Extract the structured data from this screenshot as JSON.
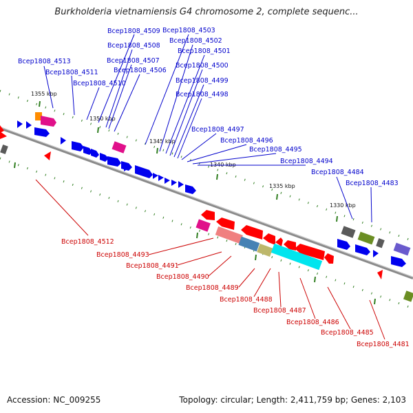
{
  "title": "Burkholderia vietnamiensis G4 chromosome 2, complete sequenc...",
  "footer": {
    "accession": "Accession: NC_009255",
    "summary": "Topology: circular; Length: 2,411,759 bp; Genes: 2,103"
  },
  "colors": {
    "top_label": "#0000cc",
    "bottom_label": "#cc0000",
    "backbone": "#8a8a8a",
    "tick": "#2e7d1e"
  },
  "kbp_ticks": [
    "1355 kbp",
    "1350 kbp",
    "1345 kbp",
    "1340 kbp",
    "1335 kbp",
    "1330 kbp"
  ],
  "top_genes": [
    "Bcep1808_4509",
    "Bcep1808_4503",
    "Bcep1808_4508",
    "Bcep1808_4502",
    "Bcep1808_4501",
    "Bcep1808_4513",
    "Bcep1808_4507",
    "Bcep1808_4511",
    "Bcep1808_4506",
    "Bcep1808_4500",
    "Bcep1808_4510",
    "Bcep1808_4499",
    "Bcep1808_4498",
    "Bcep1808_4497",
    "Bcep1808_4496",
    "Bcep1808_4495",
    "Bcep1808_4494",
    "Bcep1808_4484",
    "Bcep1808_4483"
  ],
  "bottom_genes": [
    "Bcep1808_4512",
    "Bcep1808_4493",
    "Bcep1808_4491",
    "Bcep1808_4490",
    "Bcep1808_4489",
    "Bcep1808_4488",
    "Bcep1808_4487",
    "Bcep1808_4486",
    "Bcep1808_4485",
    "Bcep1808_4481"
  ]
}
